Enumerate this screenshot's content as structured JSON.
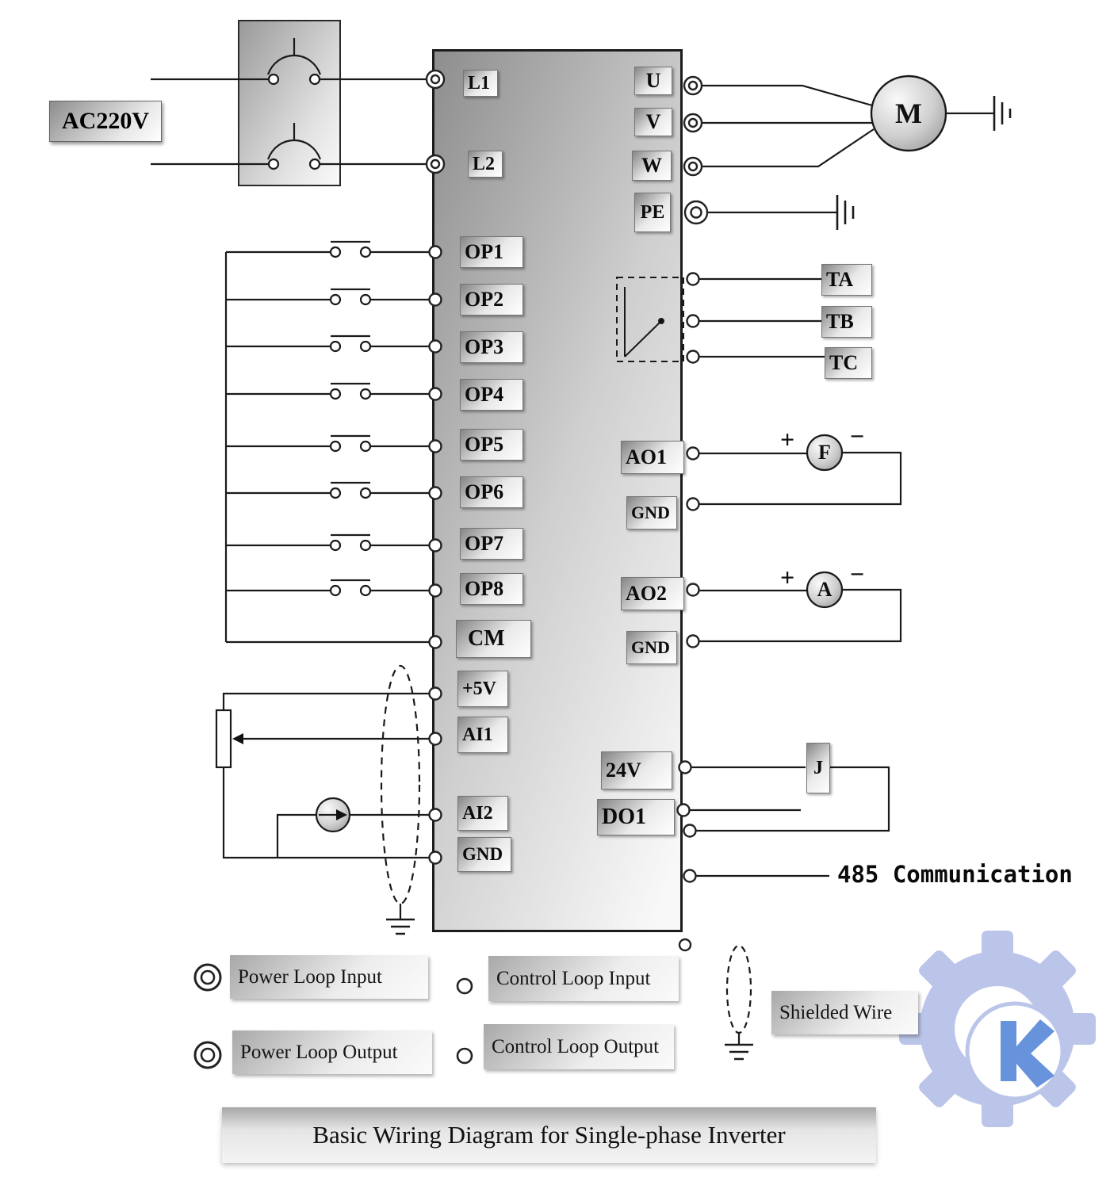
{
  "title": {
    "text": "Basic Wiring Diagram for Single-phase Inverter"
  },
  "source": {
    "label": "AC220V"
  },
  "comm": {
    "label": "485 Communication"
  },
  "inverter": {
    "left": {
      "l1": "L1",
      "l2": "L2",
      "op1": "OP1",
      "op2": "OP2",
      "op3": "OP3",
      "op4": "OP4",
      "op5": "OP5",
      "op6": "OP6",
      "op7": "OP7",
      "op8": "OP8",
      "cm": "CM",
      "p5v": "+5V",
      "ai1": "AI1",
      "ai2": "AI2",
      "gnd": "GND"
    },
    "right": {
      "u": "U",
      "v": "V",
      "w": "W",
      "pe": "PE",
      "ao1": "AO1",
      "gnd1": "GND",
      "ao2": "AO2",
      "gnd2": "GND",
      "v24": "24V",
      "do1": "DO1"
    },
    "relay": {
      "ta": "TA",
      "tb": "TB",
      "tc": "TC"
    }
  },
  "devices": {
    "motor": "M",
    "freq_meter": "F",
    "current_meter": "A",
    "relay_coil": "J",
    "plus": "+",
    "minus": "−"
  },
  "legend": {
    "power_input": "Power Loop Input",
    "power_output": "Power Loop Output",
    "control_input": "Control Loop Input",
    "control_output": "Control Loop Output",
    "shielded": "Shielded Wire"
  },
  "colors": {
    "wire": "#1a1a1a",
    "watermark": "#b0bce6",
    "brand_blue": "#4d7fd6"
  }
}
